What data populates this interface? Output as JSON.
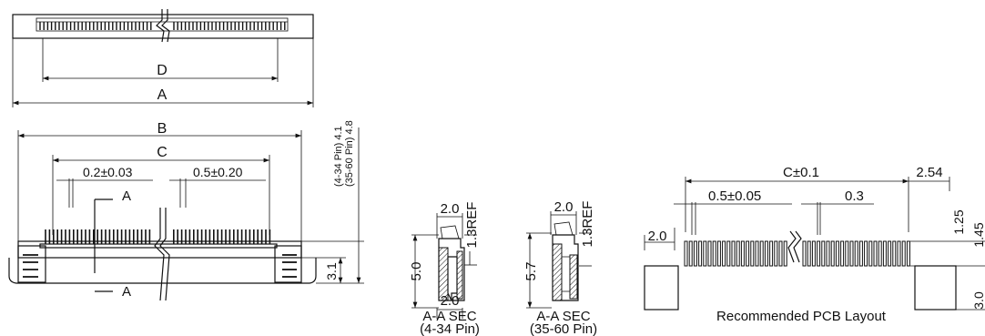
{
  "top_view": {
    "dim_d": "D",
    "dim_a": "A"
  },
  "front_view": {
    "dim_b": "B",
    "dim_c": "C",
    "pitch_small": "0.2±0.03",
    "pitch_large": "0.5±0.20",
    "section_marker": "A",
    "section_marker_bottom": "A",
    "height_right": "3.1",
    "height_note_1": "(4-34 Pin)  4.1",
    "height_note_2": "(35-60 Pin) 4.8"
  },
  "section_1": {
    "top_width": "2.0",
    "ref": "1.3REF",
    "height": "5.0",
    "bottom_width": "2.0",
    "caption_1": "A-A SEC",
    "caption_2": "(4-34 Pin)"
  },
  "section_2": {
    "top_width": "2.0",
    "ref": "1.3REF",
    "height": "5.7",
    "caption_1": "A-A SEC",
    "caption_2": "(35-60 Pin)"
  },
  "pcb_layout": {
    "dim_c": "C±0.1",
    "dim_right": "2.54",
    "pitch": "0.5±0.05",
    "pad_width": "0.3",
    "left_pad": "2.0",
    "pad_height": "1.25",
    "pad_height_2": "1.45",
    "bottom_height": "3.0",
    "caption": "Recommended PCB Layout"
  }
}
